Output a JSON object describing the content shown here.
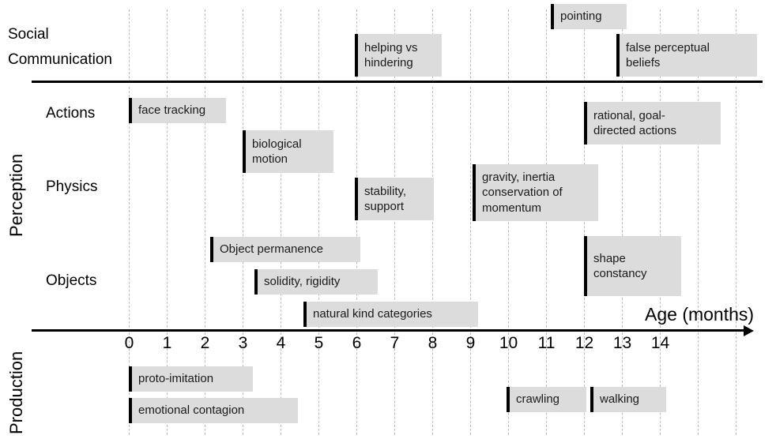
{
  "chart_data": {
    "type": "bar",
    "title": "",
    "xlabel": "Age (months)",
    "ylabel": "",
    "xlim": [
      -2.55,
      16.4
    ],
    "grid": true,
    "legend": false,
    "orientation": "horizontal-timeline",
    "x_ticks": [
      "0",
      "1",
      "2",
      "3",
      "4",
      "5",
      "6",
      "7",
      "8",
      "9",
      "10",
      "11",
      "12",
      "13",
      "14"
    ],
    "x_tick_values": [
      0,
      1,
      2,
      3,
      4,
      5,
      6,
      7,
      8,
      9,
      10,
      11,
      12,
      13,
      14
    ],
    "gridline_values": [
      0,
      1,
      2,
      3,
      4,
      5,
      6,
      7,
      8,
      9,
      10,
      11,
      12,
      13,
      14,
      15,
      16
    ],
    "bar_fill_color": "#dcdcdc",
    "bar_marker_color": "#000000",
    "sections": [
      {
        "name": "social-communication",
        "vertical_label": "",
        "rows": [
          {
            "label": "Social\nCommunication",
            "bars": [
              {
                "name": "pointing",
                "text": "pointing",
                "start": 11.1,
                "end": 13.1,
                "lines": 1
              },
              {
                "name": "helping-vs-hindering",
                "text": "helping vs\nhindering",
                "start": 6.0,
                "end": 8.3,
                "lines": 2
              },
              {
                "name": "false-perceptual-beliefs",
                "text": "false perceptual\nbeliefs",
                "start": 12.65,
                "end": 16.35,
                "lines": 2
              }
            ]
          }
        ]
      },
      {
        "name": "perception",
        "vertical_label": "Perception",
        "rows": [
          {
            "label": "Actions",
            "bars": [
              {
                "name": "face-tracking",
                "text": "face tracking",
                "start": 0.0,
                "end": 2.55,
                "lines": 1
              },
              {
                "name": "biological-motion",
                "text": "biological\nmotion",
                "start": 3.0,
                "end": 5.4,
                "lines": 2
              },
              {
                "name": "rational-goal-directed-actions",
                "text": "rational, goal-\ndirected actions",
                "start": 12.0,
                "end": 15.6,
                "lines": 2
              }
            ]
          },
          {
            "label": "Physics",
            "bars": [
              {
                "name": "stability-support",
                "text": "stability,\nsupport",
                "start": 6.0,
                "end": 8.3,
                "lines": 2
              },
              {
                "name": "gravity-inertia-conservation-of-momentum",
                "text": "gravity, inertia\nconservation of\nmomentum",
                "start": 8.9,
                "end": 12.2,
                "lines": 3
              }
            ]
          },
          {
            "label": "Objects",
            "bars": [
              {
                "name": "object-permanence",
                "text": "Object permanence",
                "start": 2.15,
                "end": 6.1,
                "lines": 1
              },
              {
                "name": "solidity-rigidity",
                "text": "solidity, rigidity",
                "start": 3.3,
                "end": 6.55,
                "lines": 1
              },
              {
                "name": "natural-kind-categories",
                "text": "natural kind categories",
                "start": 4.6,
                "end": 9.2,
                "lines": 1
              },
              {
                "name": "shape-constancy",
                "text": "shape\nconstancy",
                "start": 12.0,
                "end": 14.55,
                "lines": 2
              }
            ]
          }
        ]
      },
      {
        "name": "production",
        "vertical_label": "Production",
        "rows": [
          {
            "label": "",
            "bars": [
              {
                "name": "proto-imitation",
                "text": "proto-imitation",
                "start": 0.0,
                "end": 3.25,
                "lines": 1
              },
              {
                "name": "emotional-contagion",
                "text": "emotional contagion",
                "start": 0.0,
                "end": 4.45,
                "lines": 1
              },
              {
                "name": "crawling",
                "text": "crawling",
                "start": 10.0,
                "end": 12.1,
                "lines": 1
              },
              {
                "name": "walking",
                "text": "walking",
                "start": 12.2,
                "end": 14.2,
                "lines": 1
              }
            ]
          }
        ]
      }
    ]
  },
  "labels": {
    "social_line1": "Social",
    "social_line2": "Communication",
    "actions": "Actions",
    "physics": "Physics",
    "objects": "Objects",
    "perception": "Perception",
    "production": "Production",
    "axis_title": "Age (months)"
  },
  "ticks": {
    "t0": "0",
    "t1": "1",
    "t2": "2",
    "t3": "3",
    "t4": "4",
    "t5": "5",
    "t6": "6",
    "t7": "7",
    "t8": "8",
    "t9": "9",
    "t10": "10",
    "t11": "11",
    "t12": "12",
    "t13": "13",
    "t14": "14"
  },
  "bars": {
    "pointing": "pointing",
    "helping": "helping vs\nhindering",
    "false_beliefs": "false perceptual\nbeliefs",
    "face_tracking": "face tracking",
    "biological_motion": "biological\nmotion",
    "rational_actions": "rational, goal-\ndirected actions",
    "stability_support": "stability,\nsupport",
    "gravity": "gravity, inertia\nconservation of\nmomentum",
    "object_permanence": "Object permanence",
    "solidity": "solidity, rigidity",
    "natural_kind": "natural kind categories",
    "shape_constancy": "shape\nconstancy",
    "proto_imitation": "proto-imitation",
    "emotional_contagion": "emotional contagion",
    "crawling": "crawling",
    "walking": "walking"
  }
}
